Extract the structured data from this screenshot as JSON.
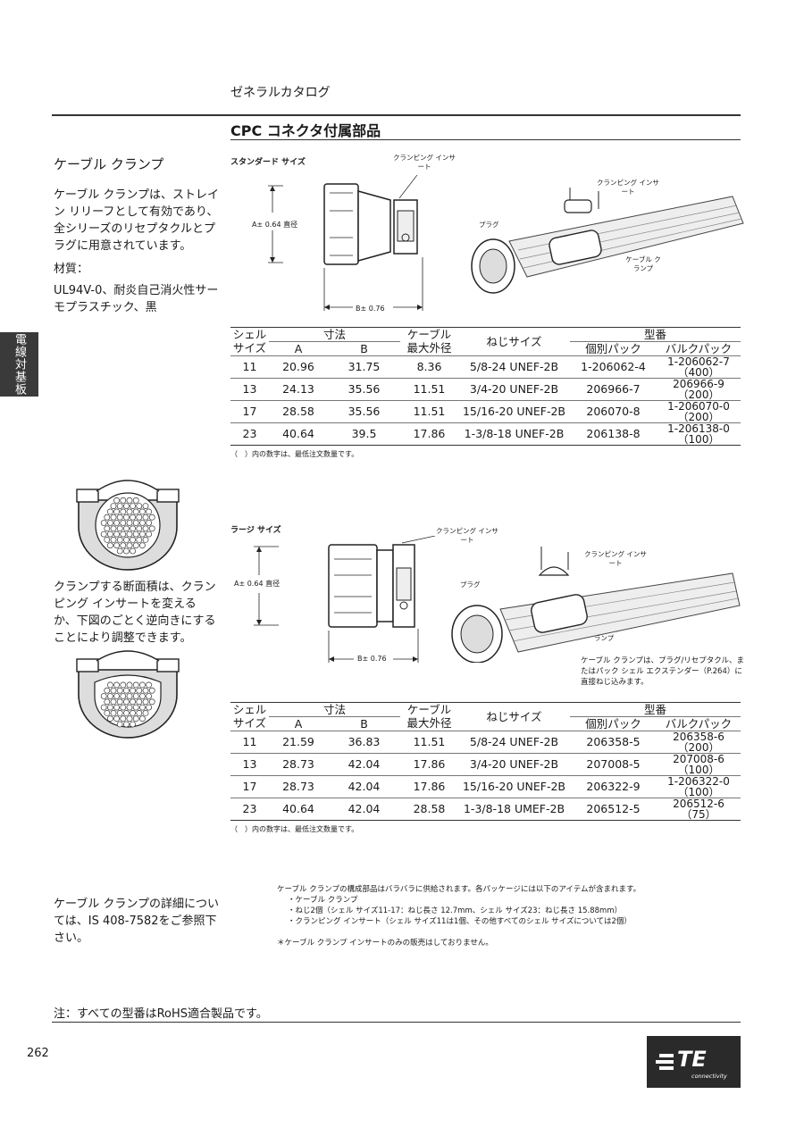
{
  "header": {
    "catalog": "ゼネラルカタログ",
    "title": "CPC コネクタ付属部品"
  },
  "side_tab": "電線対基板",
  "sidebar": {
    "section_title": "ケーブル クランプ",
    "intro": "ケーブル クランプは、ストレイン リリーフとして有効であり、全シリーズのリセプタクルとプラグに用意されています。",
    "material_label": "材質：",
    "material_value": "UL94V-0、耐炎自己消火性サーモプラスチック、黒",
    "adjust_text": "クランプする断面積は、クランピング インサートを変えるか、下図のごとく逆向きにすることにより調整できます。",
    "detail_text": "ケーブル クランプの詳細については、IS 408-7582をご参照下さい。"
  },
  "standard": {
    "label": "スタンダード サイズ",
    "callouts": {
      "insert": "クランピング インサート",
      "insert2": "クランピング インサート",
      "plug": "プラグ",
      "clamp": "ケーブル クランプ"
    },
    "dim_a": "A± 0.64 直径",
    "dim_b": "B± 0.76"
  },
  "large": {
    "label": "ラージ サイズ",
    "callouts": {
      "insert": "クランピング インサート",
      "insert2": "クランピング インサート",
      "plug": "プラグ",
      "clamp": "ケーブル クランプ"
    },
    "dim_a": "A± 0.64 直径",
    "dim_b": "B± 0.76",
    "mount_note": "ケーブル クランプは、プラグ/リセプタクル、またはパック シェル エクステンダー（P.264）に直接ねじ込みます。"
  },
  "table_headers": {
    "shell_1": "シェル",
    "shell_2": "サイズ",
    "dims": "寸法",
    "a": "A",
    "b": "B",
    "cable_1": "ケーブル",
    "cable_2": "最大外径",
    "thread": "ねじサイズ",
    "part": "型番",
    "single": "個別パック",
    "bulk": "バルクパック"
  },
  "table_standard": [
    {
      "shell": "11",
      "a": "20.96",
      "b": "31.75",
      "cable": "8.36",
      "thread": "5/8-24 UNEF-2B",
      "single": "1-206062-4",
      "bulk": "1-206062-7",
      "qty": "（400）"
    },
    {
      "shell": "13",
      "a": "24.13",
      "b": "35.56",
      "cable": "11.51",
      "thread": "3/4-20 UNEF-2B",
      "single": "206966-7",
      "bulk": "206966-9",
      "qty": "（200）"
    },
    {
      "shell": "17",
      "a": "28.58",
      "b": "35.56",
      "cable": "11.51",
      "thread": "15/16-20 UNEF-2B",
      "single": "206070-8",
      "bulk": "1-206070-0",
      "qty": "（200）"
    },
    {
      "shell": "23",
      "a": "40.64",
      "b": "39.5",
      "cable": "17.86",
      "thread": "1-3/8-18 UNEF-2B",
      "single": "206138-8",
      "bulk": "1-206138-0",
      "qty": "（100）"
    }
  ],
  "table_large": [
    {
      "shell": "11",
      "a": "21.59",
      "b": "36.83",
      "cable": "11.51",
      "thread": "5/8-24 UNEF-2B",
      "single": "206358-5",
      "bulk": "206358-6",
      "qty": "（200）"
    },
    {
      "shell": "13",
      "a": "28.73",
      "b": "42.04",
      "cable": "17.86",
      "thread": "3/4-20 UNEF-2B",
      "single": "207008-5",
      "bulk": "207008-6",
      "qty": "（100）"
    },
    {
      "shell": "17",
      "a": "28.73",
      "b": "42.04",
      "cable": "17.86",
      "thread": "15/16-20 UNEF-2B",
      "single": "206322-9",
      "bulk": "1-206322-0",
      "qty": "（100）"
    },
    {
      "shell": "23",
      "a": "40.64",
      "b": "42.04",
      "cable": "28.58",
      "thread": "1-3/8-18 UMEF-2B",
      "single": "206512-5",
      "bulk": "206512-6",
      "qty": "（75）"
    }
  ],
  "table_note": "（　）内の数字は、最低注文数量です。",
  "package_notes": [
    "ケーブル クランプの構成部品はバラバラに供給されます。各パッケージには以下のアイテムが含まれます。",
    "・ケーブル クランプ",
    "・ねじ2個（シェル サイズ11-17：ねじ長さ 12.7mm、シェル サイズ23：ねじ長さ 15.88mm）",
    "・クランピング インサート（シェル サイズ11は1個、その他すべてのシェル サイズについては2個）"
  ],
  "insert_note": "＊ケーブル クランプ インサートのみの販売はしておりません。",
  "footer_note": "注：すべての型番はRoHS適合製品です。",
  "page_number": "262",
  "logo": {
    "mark": "TE",
    "sub": "connectivity"
  }
}
